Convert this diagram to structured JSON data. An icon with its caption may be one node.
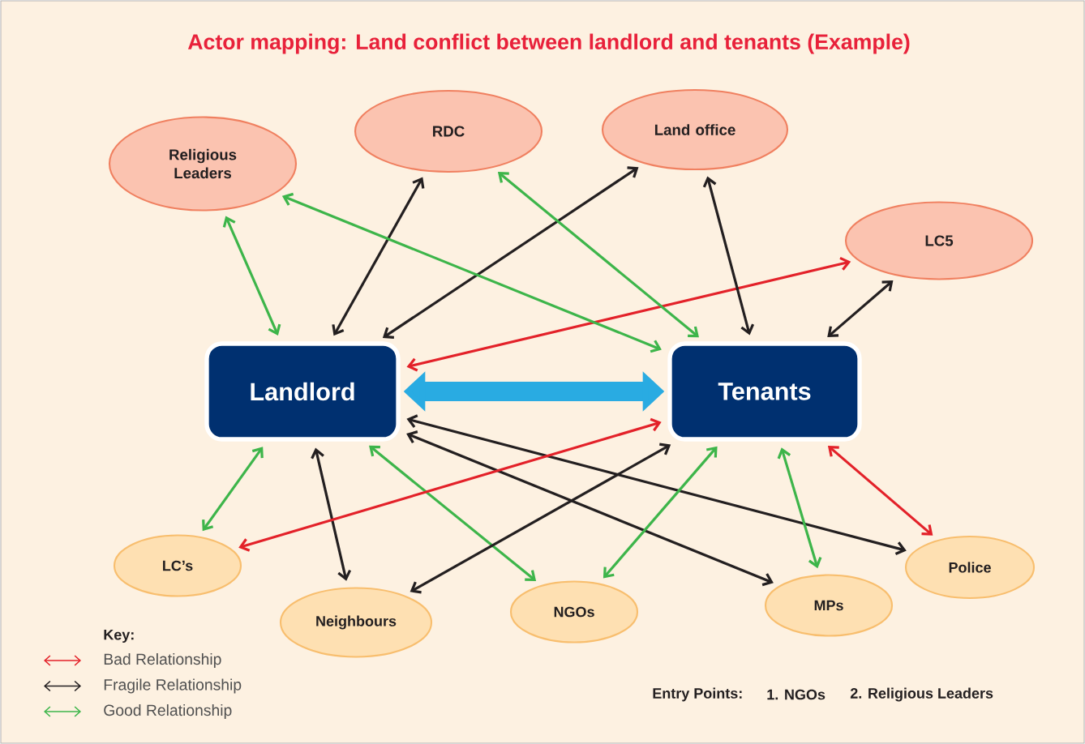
{
  "diagram": {
    "title": "Actor mapping: Land conflict between landlord and tenants (Example)",
    "nodes": [
      {
        "text": [
          "Religious Leaders"
        ]
      },
      {
        "text": [
          "RDC"
        ]
      },
      {
        "text": [
          "Land office"
        ]
      },
      {
        "text": [
          "LC5"
        ]
      },
      {
        "text": [
          "Landlord"
        ]
      },
      {
        "text": [
          "Tenants"
        ]
      },
      {
        "text": [
          "LC’s"
        ]
      },
      {
        "text": [
          "Neighbours"
        ]
      },
      {
        "text": [
          "NGOs"
        ]
      },
      {
        "text": [
          "MPs"
        ]
      },
      {
        "text": [
          "Police"
        ]
      }
    ],
    "edges": [
      {
        "from": 0,
        "to": 4,
        "arrow": "both",
        "color": "#3db54a"
      },
      {
        "from": 1,
        "to": 4,
        "arrow": "both"
      },
      {
        "from": 2,
        "to": 4,
        "arrow": "both"
      },
      {
        "from": 3,
        "to": 4,
        "arrow": "both",
        "color": "#e32129"
      },
      {
        "from": 0,
        "to": 5,
        "arrow": "both",
        "color": "#3db54a"
      },
      {
        "from": 1,
        "to": 5,
        "arrow": "both",
        "color": "#3db54a"
      },
      {
        "from": 2,
        "to": 5,
        "arrow": "both"
      },
      {
        "from": 3,
        "to": 5,
        "arrow": "both"
      },
      {
        "from": 4,
        "to": 5,
        "arrow": "both",
        "style": "thick",
        "color": "#29abe2"
      },
      {
        "from": 4,
        "to": 6,
        "arrow": "both",
        "color": "#3db54a"
      },
      {
        "from": 4,
        "to": 7,
        "arrow": "both"
      },
      {
        "from": 4,
        "to": 8,
        "arrow": "both",
        "color": "#3db54a"
      },
      {
        "from": 4,
        "to": 9,
        "arrow": "both"
      },
      {
        "from": 4,
        "to": 10,
        "arrow": "both"
      },
      {
        "from": 5,
        "to": 6,
        "arrow": "both",
        "color": "#e32129"
      },
      {
        "from": 5,
        "to": 7,
        "arrow": "both"
      },
      {
        "from": 5,
        "to": 8,
        "arrow": "both",
        "color": "#3db54a"
      },
      {
        "from": 5,
        "to": 9,
        "arrow": "both",
        "color": "#3db54a"
      },
      {
        "from": 5,
        "to": 10,
        "arrow": "both",
        "color": "#e32129"
      }
    ],
    "labels": [
      "Key:",
      "Entry Points:",
      "1. NGOs",
      "2. Religious Leaders"
    ],
    "legend": [
      {
        "text": "Bad Relationship"
      },
      {
        "text": "Fragile Relationship"
      },
      {
        "text": "Good Relationship"
      }
    ]
  }
}
